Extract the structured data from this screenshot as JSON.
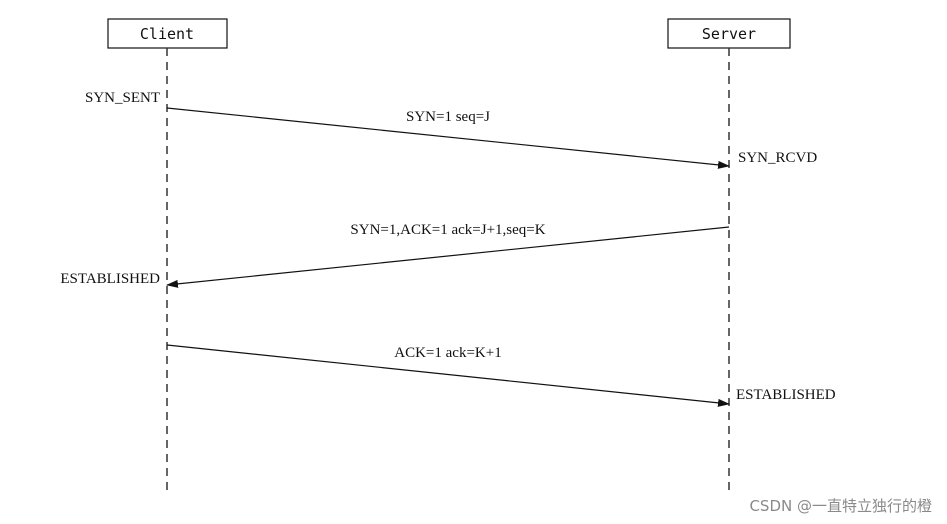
{
  "participants": {
    "client": "Client",
    "server": "Server"
  },
  "states": {
    "client_syn_sent": "SYN_SENT",
    "server_syn_rcvd": "SYN_RCVD",
    "client_established": "ESTABLISHED",
    "server_established": "ESTABLISHED"
  },
  "messages": {
    "syn": "SYN=1 seq=J",
    "syn_ack": "SYN=1,ACK=1 ack=J+1,seq=K",
    "ack": "ACK=1 ack=K+1"
  },
  "watermark": "CSDN @一直特立独行的橙"
}
